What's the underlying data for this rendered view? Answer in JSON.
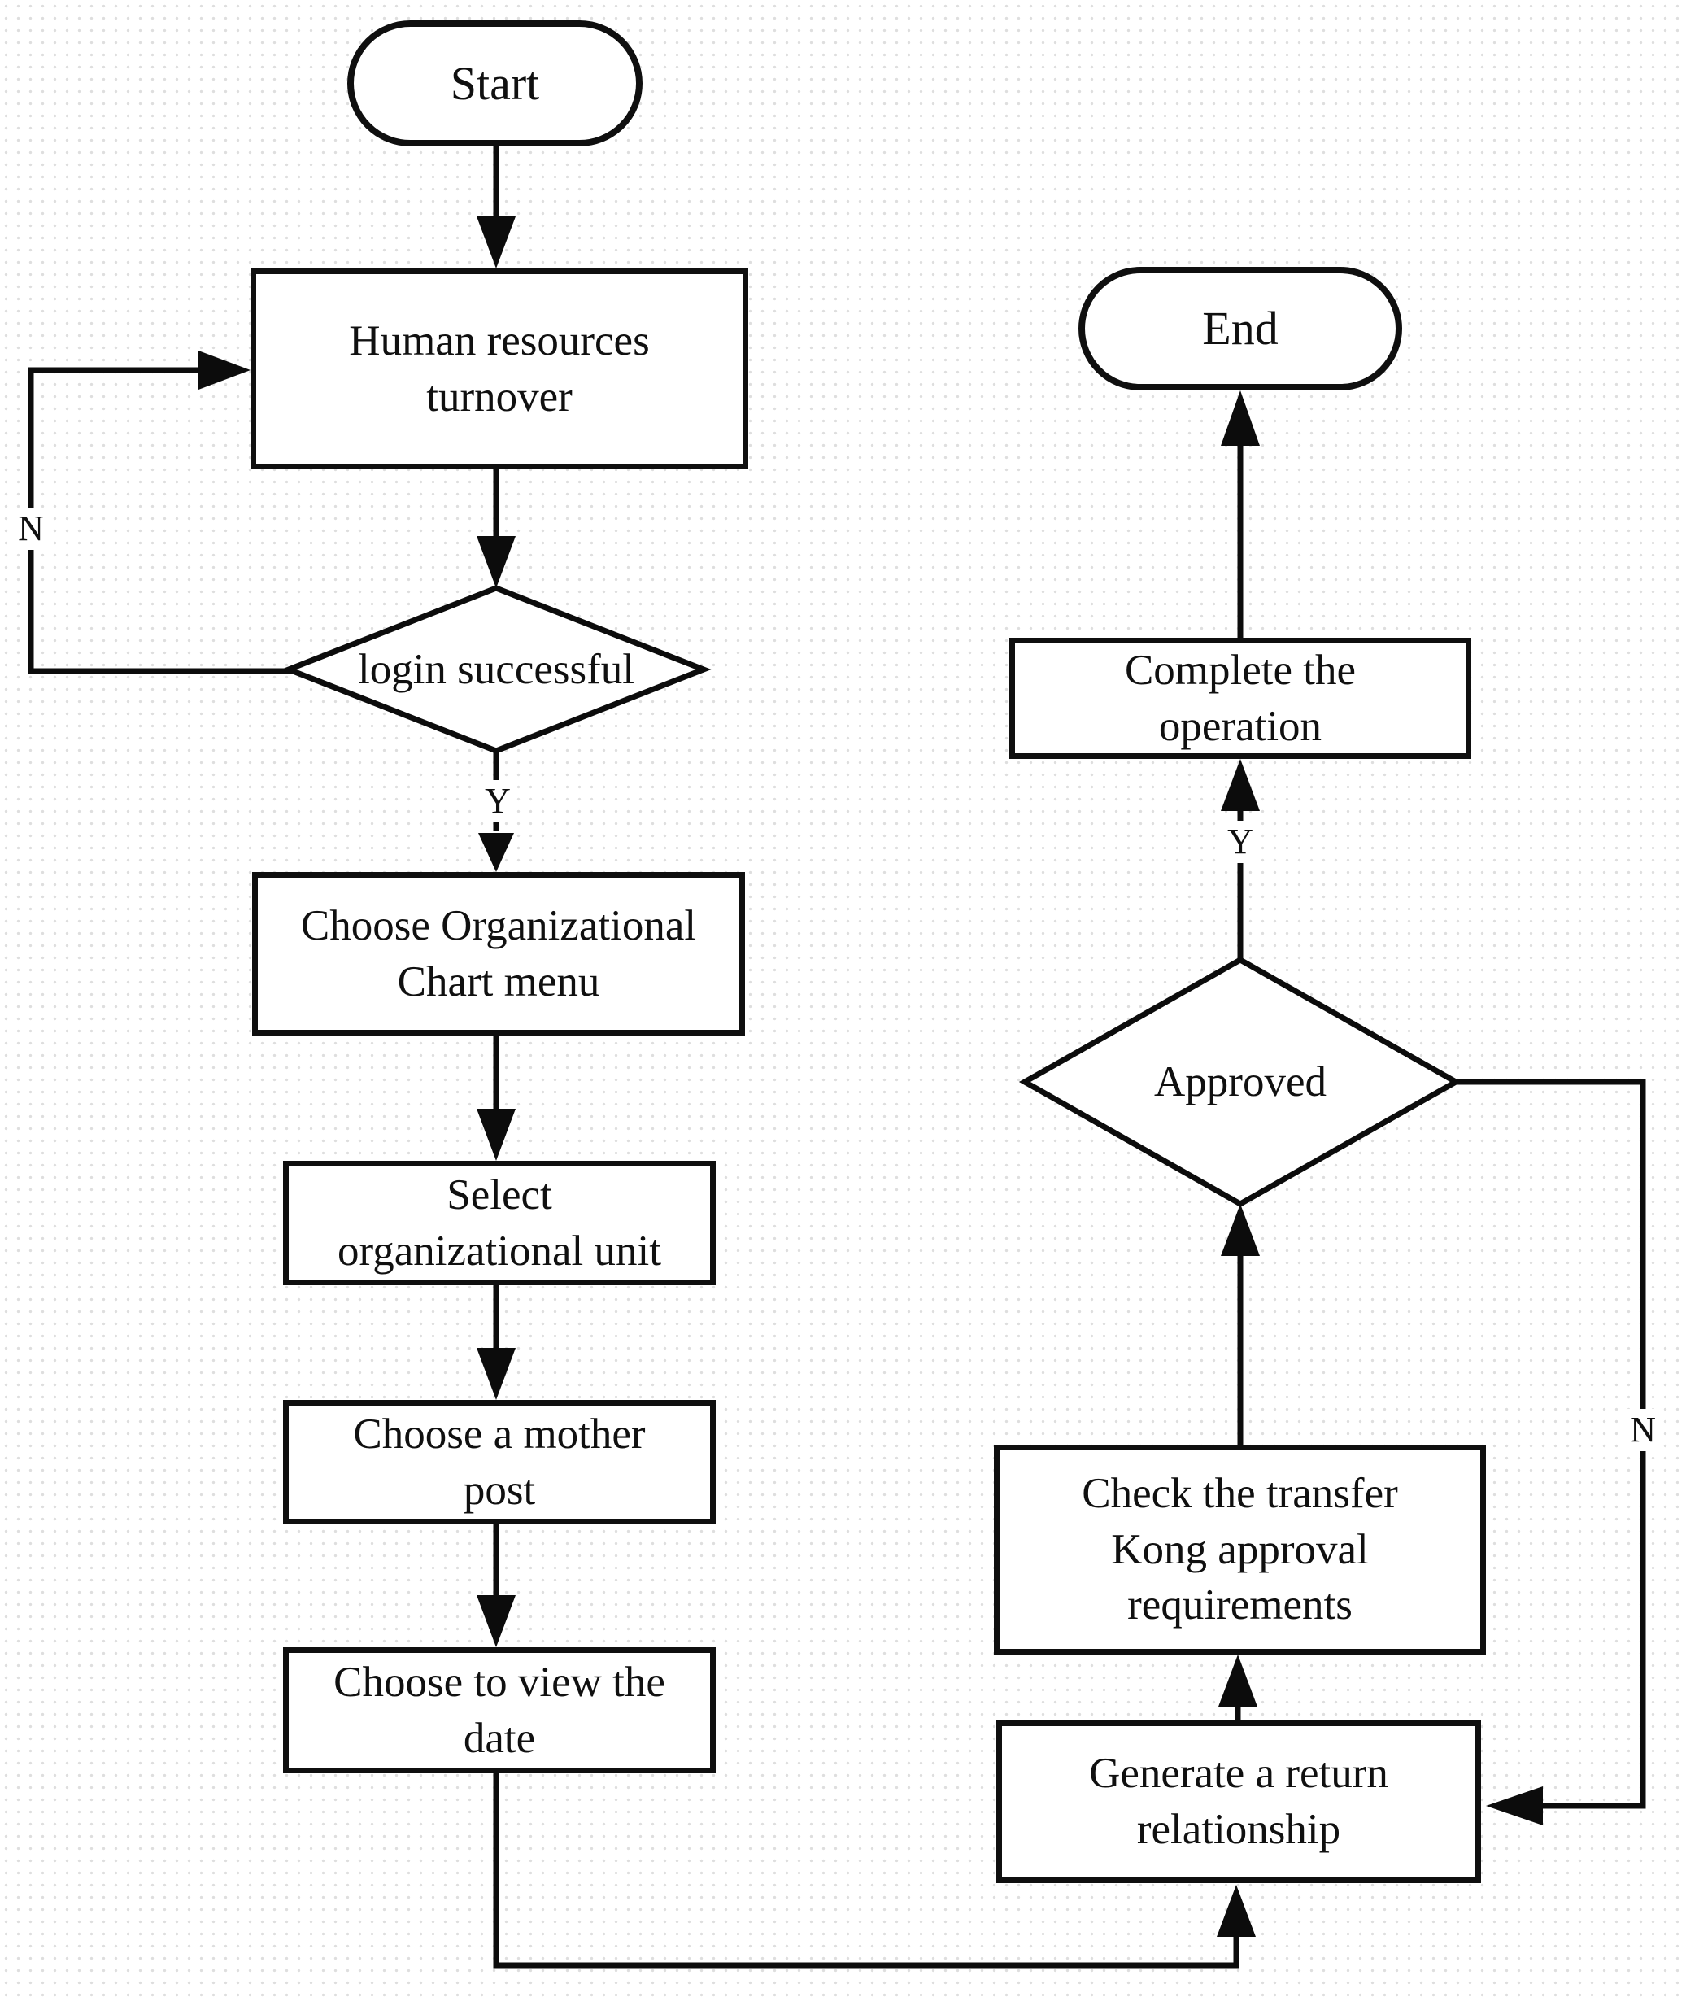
{
  "flowchart": {
    "title_hint": "human resources turnover approval flowchart",
    "nodes": {
      "start": "Start",
      "hr_turnover": "Human resources\nturnover",
      "login_successful": "login successful",
      "choose_org_chart": "Choose Organizational\nChart menu",
      "select_org_unit": "Select\norganizational unit",
      "choose_mother_post": "Choose a mother\npost",
      "choose_view_date": "Choose to view the\ndate",
      "generate_return": "Generate a return\nrelationship",
      "check_transfer": "Check the transfer\nKong approval\nrequirements",
      "approved": "Approved",
      "complete_operation": "Complete the\noperation",
      "end": "End"
    },
    "edge_labels": {
      "login_no": "N",
      "login_yes": "Y",
      "approved_yes": "Y",
      "approved_no": "N"
    },
    "colors": {
      "line": "#0c0c0c",
      "fill": "#ffffff",
      "dot_grid": "#dedede"
    }
  }
}
